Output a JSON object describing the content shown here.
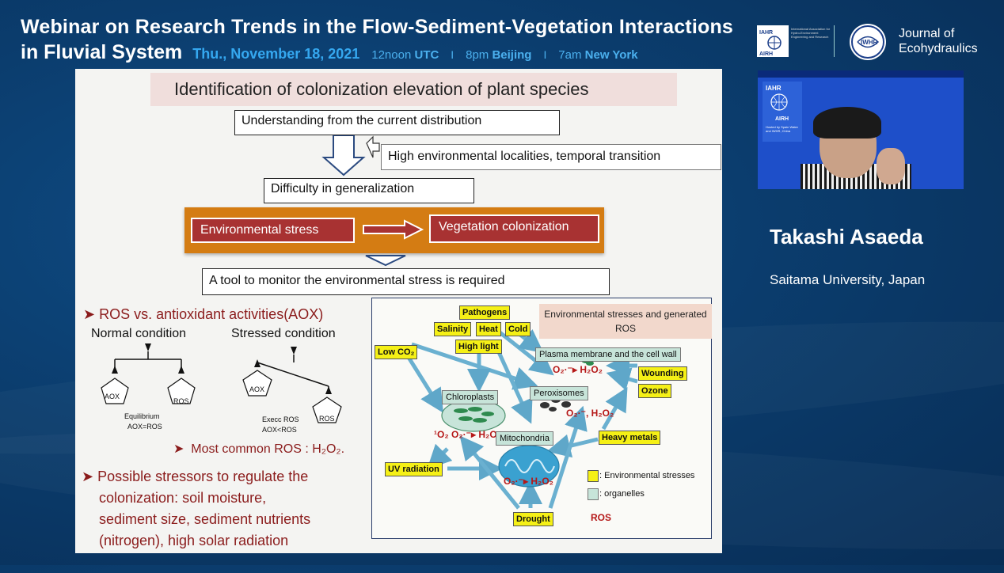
{
  "header": {
    "title_line1": "Webinar on Research Trends in the Flow-Sediment-Vegetation Interactions",
    "title_line2": "in Fluvial System",
    "date": "Thu., November 18, 2021",
    "time_utc_value": "12noon",
    "time_utc_zone": "UTC",
    "sep": "I",
    "time_beijing_value": "8pm",
    "time_beijing_city": "Beijing",
    "time_ny_value": "7am",
    "time_ny_city": "New York"
  },
  "logos": {
    "iahr_small_text": "International Association for Hydro-Environment Engineering and Research",
    "journal_name_line1": "Journal of",
    "journal_name_line2": "Ecohydraulics"
  },
  "slide": {
    "title": "Identification of colonization elevation of plant species",
    "box_understanding": "Understanding from the current distribution",
    "box_high_env": "High environmental localities, temporal transition",
    "box_difficulty": "Difficulty in generalization",
    "env_stress": "Environmental stress",
    "veg_colonization": "Vegetation colonization",
    "box_tool": "A tool to monitor the environmental stress is required",
    "ros_heading": "ROS vs. antioxidant activities(AOX)",
    "normal_condition": "Normal condition",
    "stressed_condition": "Stressed condition",
    "aox": "AOX",
    "ros": "ROS",
    "equilibrium": "Equilibrium",
    "aox_eq_ros": "AOX=ROS",
    "execc_ros": "Execc ROS",
    "aox_lt_ros": "AOX<ROS",
    "most_common": "Most common ROS : H₂O₂.",
    "possible_l1": "Possible stressors to regulate the",
    "possible_l2": "colonization: soil moisture,",
    "possible_l3": "sediment size, sediment nutrients",
    "possible_l4": "(nitrogen), high solar radiation"
  },
  "diagram": {
    "env_header": "Environmental stresses and generated ROS",
    "pathogens": "Pathogens",
    "salinity": "Salinity",
    "heat": "Heat",
    "cold": "Cold",
    "high_light": "High light",
    "low_co2": "Low CO₂",
    "plasma": "Plasma membrane and the cell wall",
    "o2_h2o2_top": "O₂·⁻▸ H₂O₂",
    "wounding": "Wounding",
    "ozone": "Ozone",
    "chloroplasts": "Chloroplasts",
    "peroxisomes": "Peroxisomes",
    "o2_h2o2_per": "O₂·⁻, H₂O₂",
    "chloro_ros": "¹O₂ O₂·⁻▸ H₂O",
    "mitochondria": "Mitochondria",
    "heavy_metals": "Heavy metals",
    "uv": "UV radiation",
    "mito_ros": "O₂·⁻▸ H₂O₂",
    "legend_env": ": Environmental stresses",
    "legend_org": ": organelles",
    "drought": "Drought",
    "ros_label": "ROS"
  },
  "speaker": {
    "name": "Takashi Asaeda",
    "affiliation": "Saitama University, Japan"
  },
  "video": {
    "iahr": "IAHR",
    "airh": "AIRH",
    "hosted_by": "Hosted by Spain Water and IWHR, China"
  },
  "colors": {
    "background": "#0b3d6e",
    "accent_blue": "#35a8f0",
    "slide_red": "#8b1c1c",
    "orange": "#d47c13",
    "yellow_box": "#f5f016",
    "organelle_green": "#c7e4d9"
  }
}
